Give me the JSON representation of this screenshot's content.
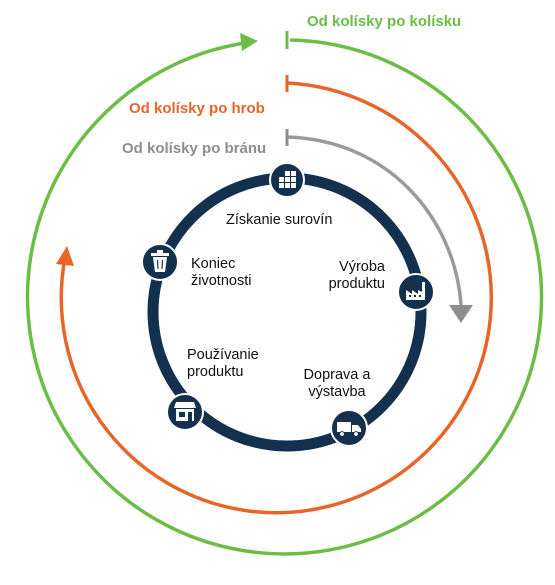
{
  "colors": {
    "cradle_to_cradle": "#6cbd45",
    "cradle_to_grave": "#e8652a",
    "cradle_to_gate": "#8e8e8e",
    "ring": "#14304f",
    "icon_fill": "#14304f",
    "icon_glyph": "#ffffff"
  },
  "scopes": {
    "cradle_to_cradle": "Od kolísky po kolísku",
    "cradle_to_grave": "Od kolísky po hrob",
    "cradle_to_gate": "Od kolísky po bránu"
  },
  "stages": {
    "raw_materials": "Získanie surovín",
    "manufacturing_1": "Výroba",
    "manufacturing_2": "produktu",
    "transport_1": "Doprava a",
    "transport_2": "výstavba",
    "use_1": "Používanie",
    "use_2": "produktu",
    "end_of_life_1": "Koniec",
    "end_of_life_2": "životnosti"
  },
  "icons": {
    "raw_materials": "building-blocks-icon",
    "manufacturing": "factory-icon",
    "transport": "truck-icon",
    "use": "shop-icon",
    "end_of_life": "trash-bin-icon"
  }
}
